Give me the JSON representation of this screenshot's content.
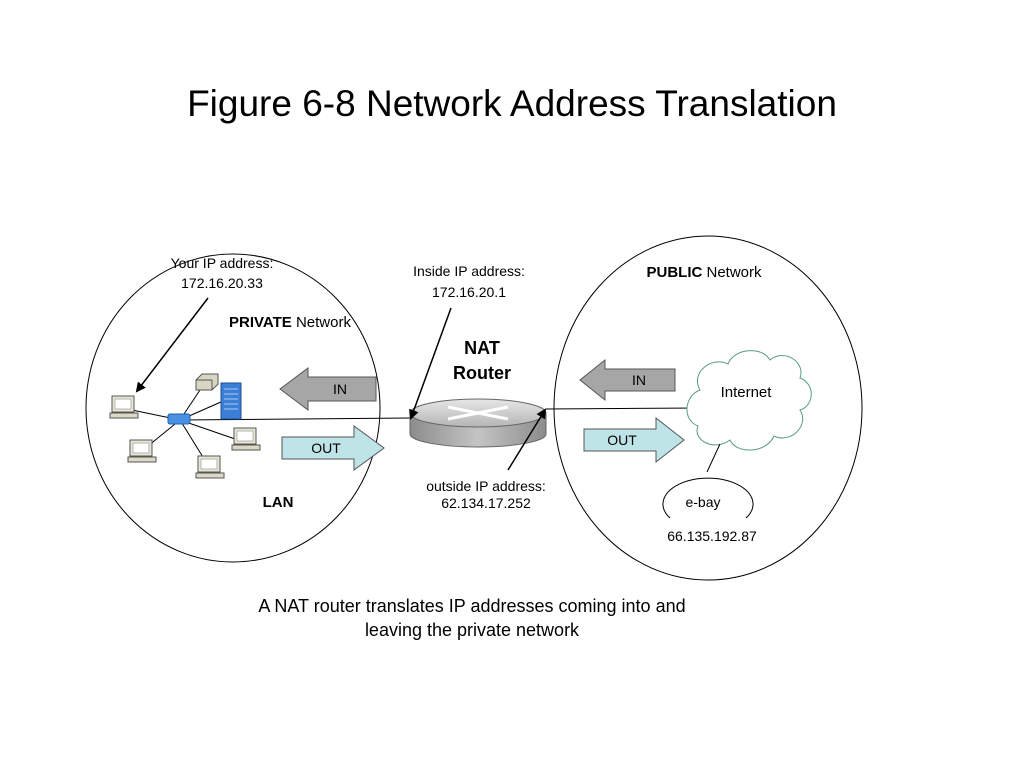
{
  "title": "Figure 6-8 Network Address Translation",
  "private_side": {
    "your_ip_label": "Your IP address:",
    "your_ip_value": "172.16.20.33",
    "network_bold": "PRIVATE",
    "network_rest": " Network",
    "in_label": "IN",
    "out_label": "OUT",
    "lan_label": "LAN"
  },
  "router": {
    "inside_label": "Inside IP address:",
    "inside_value": "172.16.20.1",
    "name_line1": "NAT",
    "name_line2": "Router",
    "outside_label": "outside IP address:",
    "outside_value": "62.134.17.252"
  },
  "public_side": {
    "network_bold": "PUBLIC",
    "network_rest": " Network",
    "in_label": "IN",
    "out_label": "OUT",
    "internet_label": "Internet",
    "ebay_label": "e-bay",
    "ebay_ip": "66.135.192.87"
  },
  "caption": {
    "line1": "A NAT router translates IP addresses coming into and",
    "line2": "leaving the private network"
  },
  "colors": {
    "arrow_in_fill": "#a6a6a6",
    "arrow_out_fill": "#bfe4e8",
    "server_blue": "#3d7fd6",
    "router_gray": "#b3b3b3"
  }
}
